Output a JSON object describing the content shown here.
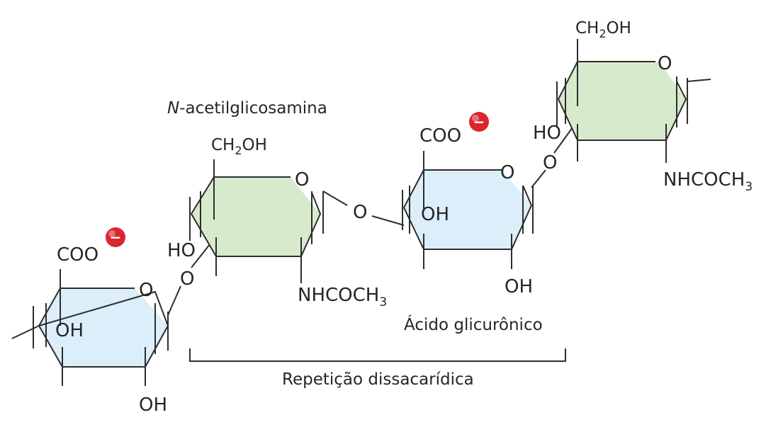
{
  "colors": {
    "glucuronic_fill": "#dbeef9",
    "glucosamine_fill": "#d7ebcc",
    "charge_red": "#d9262f",
    "ink": "#262626"
  },
  "labels": {
    "n_acetylglucosamine_italic": "N",
    "n_acetylglucosamine_rest": "-acetilglicosamina",
    "glucuronic_acid": "Ácido glicurônico",
    "disaccharide_repeat": "Repetição dissacarídica"
  },
  "unit_glucuronic_left": {
    "carboxyl": "COO",
    "ring_oxygen": "O",
    "hydroxyl_inside": "OH",
    "hydroxyl_bottom": "OH",
    "charge": "−"
  },
  "glycosidic_oxygen_1": "O",
  "unit_glucosamine_middle": {
    "ch2oh_pre": "CH",
    "ch2oh_sub": "2",
    "ch2oh_post": "OH",
    "ring_oxygen": "O",
    "hydroxyl_left": "HO",
    "amide_pre": "NHCOCH",
    "amide_sub": "3"
  },
  "glycosidic_oxygen_2": "O",
  "unit_glucuronic_right": {
    "carboxyl": "COO",
    "ring_oxygen": "O",
    "hydroxyl_inside": "OH",
    "hydroxyl_bottom": "OH",
    "charge": "−"
  },
  "glycosidic_oxygen_3": "O",
  "unit_glucosamine_right": {
    "ch2oh_pre": "CH",
    "ch2oh_sub": "2",
    "ch2oh_post": "OH",
    "ring_oxygen": "O",
    "hydroxyl_left": "HO",
    "amide_pre": "NHCOCH",
    "amide_sub": "3"
  }
}
